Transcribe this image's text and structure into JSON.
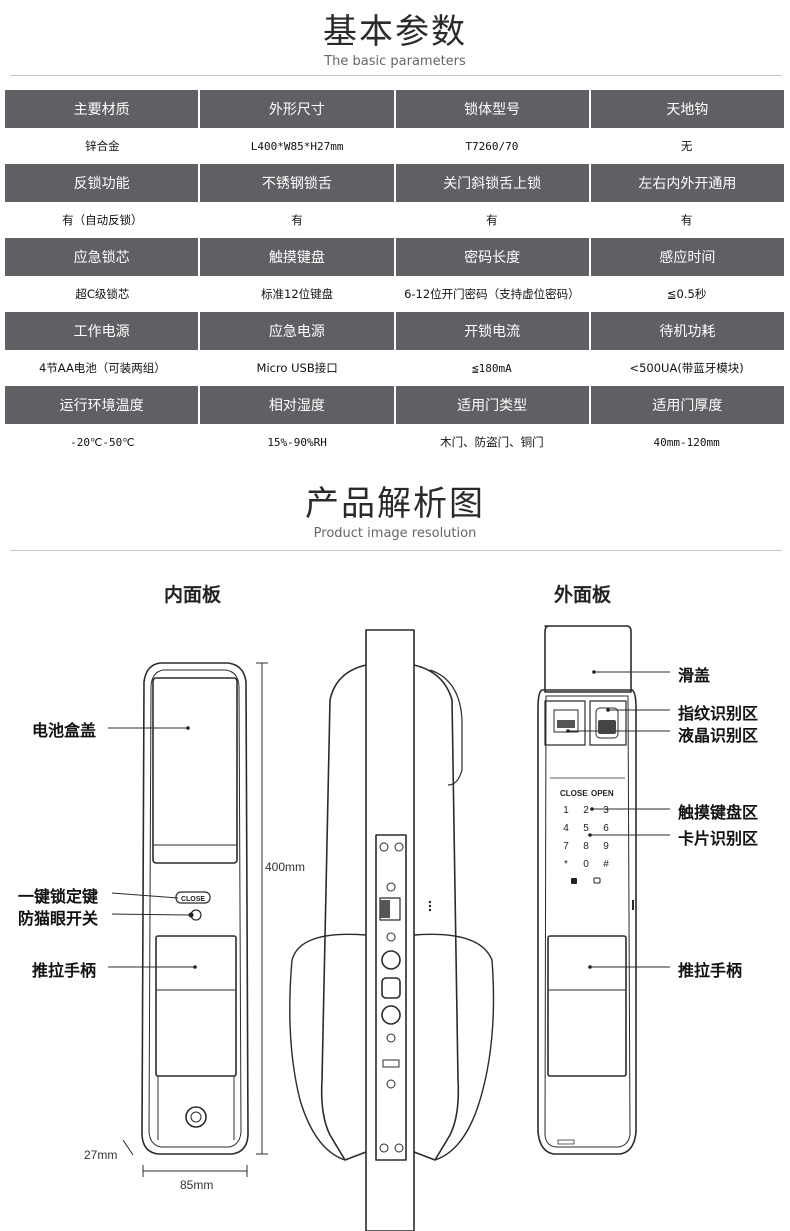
{
  "section1": {
    "title": "基本参数",
    "subtitle": "The basic parameters"
  },
  "params": [
    {
      "headers": [
        "主要材质",
        "外形尺寸",
        "锁体型号",
        "天地钩"
      ],
      "values": [
        "锌合金",
        "L400*W85*H27mm",
        "T7260/70",
        "无"
      ]
    },
    {
      "headers": [
        "反锁功能",
        "不锈钢锁舌",
        "关门斜锁舌上锁",
        "左右内外开通用"
      ],
      "values": [
        "有（自动反锁）",
        "有",
        "有",
        "有"
      ]
    },
    {
      "headers": [
        "应急锁芯",
        "触摸键盘",
        "密码长度",
        "感应时间"
      ],
      "values": [
        "超C级锁芯",
        "标准12位键盘",
        "6-12位开门密码（支持虚位密码）",
        "≦0.5秒"
      ]
    },
    {
      "headers": [
        "工作电源",
        "应急电源",
        "开锁电流",
        "待机功耗"
      ],
      "values": [
        "4节AA电池（可装两组）",
        "Micro USB接口",
        "≦180mA",
        "<500UA(带蓝牙模块)"
      ]
    },
    {
      "headers": [
        "运行环境温度",
        "相对湿度",
        "适用门类型",
        "适用门厚度"
      ],
      "values": [
        "-20℃-50℃",
        "15%-90%RH",
        "木门、防盗门、铜门",
        "40mm-120mm"
      ]
    }
  ],
  "section2": {
    "title": "产品解析图",
    "subtitle": "Product image resolution"
  },
  "inner_panel": {
    "title": "内面板",
    "labels": {
      "battery": "电池盒盖",
      "one_key_lock": "一键锁定键",
      "peephole": "防猫眼开关",
      "handle": "推拉手柄"
    },
    "close_button_text": "CLOSE",
    "dim_height": "400mm",
    "dim_depth": "27mm",
    "dim_width": "85mm"
  },
  "outer_panel": {
    "title": "外面板",
    "labels": {
      "slide_cover": "滑盖",
      "fingerprint": "指纹识别区",
      "lcd": "液晶识别区",
      "keypad": "触摸键盘区",
      "card": "卡片识别区",
      "handle": "推拉手柄"
    },
    "keypad_close": "CLOSE",
    "keypad_open": "OPEN",
    "keys": [
      "1",
      "2",
      "3",
      "4",
      "5",
      "6",
      "7",
      "8",
      "9",
      "*",
      "0",
      "#"
    ]
  },
  "colors": {
    "header_bg": "#5e6063",
    "line": "#2b2b2b"
  }
}
